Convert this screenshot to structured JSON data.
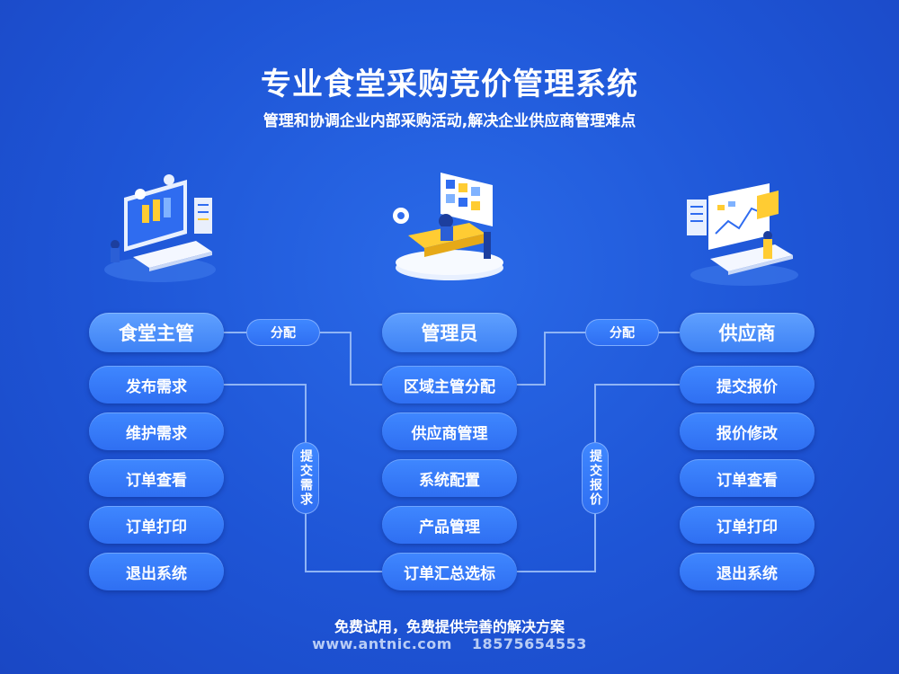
{
  "title": "专业食堂采购竞价管理系统",
  "subtitle": "管理和协调企业内部采购活动,解决企业供应商管理难点",
  "columns": {
    "canteen": {
      "header": "食堂主管",
      "items": [
        "发布需求",
        "维护需求",
        "订单查看",
        "订单打印",
        "退出系统"
      ]
    },
    "admin": {
      "header": "管理员",
      "items": [
        "区域主管分配",
        "供应商管理",
        "系统配置",
        "产品管理",
        "订单汇总选标"
      ]
    },
    "supplier": {
      "header": "供应商",
      "items": [
        "提交报价",
        "报价修改",
        "订单查看",
        "订单打印",
        "退出系统"
      ]
    }
  },
  "connectors": {
    "assign_left": "分配",
    "assign_right": "分配",
    "submit_demand": "提交需求",
    "submit_quote": "提交报价"
  },
  "footer": {
    "slogan": "免费试用，免费提供完善的解决方案",
    "website": "www.antnic.com",
    "phone": "18575654553"
  },
  "colors": {
    "background": "#1e55d6",
    "pill": "#3a7cf6",
    "header_pill": "#4f92ff",
    "line": "#8fb4f5"
  }
}
